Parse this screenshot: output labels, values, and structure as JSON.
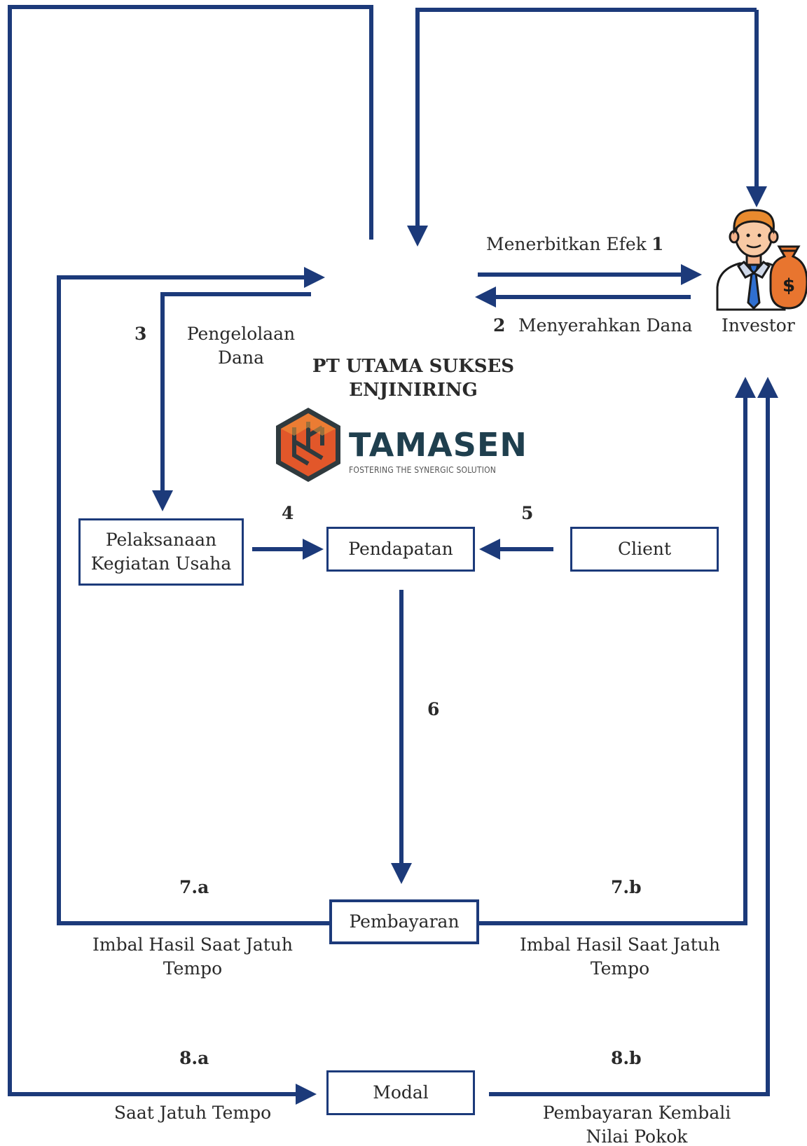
{
  "company": {
    "name_line1": "PT UTAMA SUKSES",
    "name_line2": "ENJINIRING"
  },
  "logo": {
    "brand": "TAMASEN",
    "tagline": "FOSTERING THE SYNERGIC SOLUTION"
  },
  "investor": {
    "label": "Investor",
    "icon": "investor-with-money-bag-icon"
  },
  "flows": {
    "f1": {
      "num": "1",
      "label": "Menerbitkan Efek"
    },
    "f2": {
      "num": "2",
      "label": "Menyerahkan Dana"
    },
    "f3": {
      "num": "3",
      "label_line1": "Pengelolaan",
      "label_line2": "Dana"
    },
    "f4": {
      "num": "4"
    },
    "f5": {
      "num": "5"
    },
    "f6": {
      "num": "6"
    },
    "f7a": {
      "num": "7.a",
      "label_line1": "Imbal Hasil Saat Jatuh",
      "label_line2": "Tempo"
    },
    "f7b": {
      "num": "7.b",
      "label_line1": "Imbal Hasil Saat Jatuh",
      "label_line2": "Tempo"
    },
    "f8a": {
      "num": "8.a",
      "label": "Saat Jatuh Tempo"
    },
    "f8b": {
      "num": "8.b",
      "label_line1": "Pembayaran Kembali",
      "label_line2": "Nilai Pokok"
    }
  },
  "boxes": {
    "pelaksanaan_line1": "Pelaksanaan",
    "pelaksanaan_line2": "Kegiatan Usaha",
    "pendapatan": "Pendapatan",
    "client": "Client",
    "pembayaran": "Pembayaran",
    "modal": "Modal"
  },
  "colors": {
    "arrow": "#1c3a7a",
    "text": "#2a2a2a",
    "logo_orange": "#e2572a",
    "logo_dark": "#1f3f4e"
  }
}
